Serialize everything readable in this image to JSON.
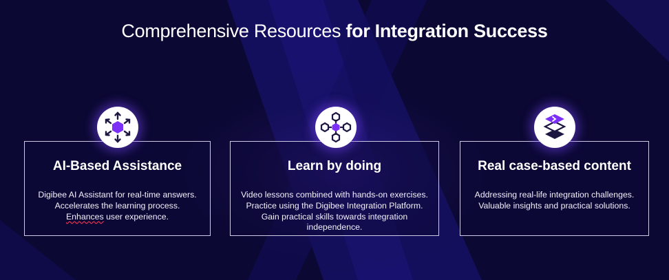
{
  "header": {
    "title_regular": "Comprehensive Resources",
    "title_bold": "for Integration Success"
  },
  "cards": [
    {
      "title": "AI-Based Assistance",
      "icon": "network-nodes-icon",
      "lines": [
        "Digibee AI Assistant for real-time answers.",
        "Accelerates the learning process.",
        "Enhances",
        "user experience."
      ]
    },
    {
      "title": "Learn by doing",
      "icon": "branching-flow-icon",
      "lines": [
        "Video lessons combined with hands-on exercises.",
        "Practice using the Digibee Integration Platform.",
        "Gain practical skills towards integration",
        "independence."
      ]
    },
    {
      "title": "Real case-based content",
      "icon": "stacked-layers-icon",
      "lines": [
        "Addressing real-life integration challenges.",
        "Valuable insights and practical solutions."
      ]
    }
  ],
  "colors": {
    "background": "#0b0833",
    "accent": "#7b2ff7",
    "icon_dark": "#1b1740",
    "card_border": "#cfcbe6"
  }
}
